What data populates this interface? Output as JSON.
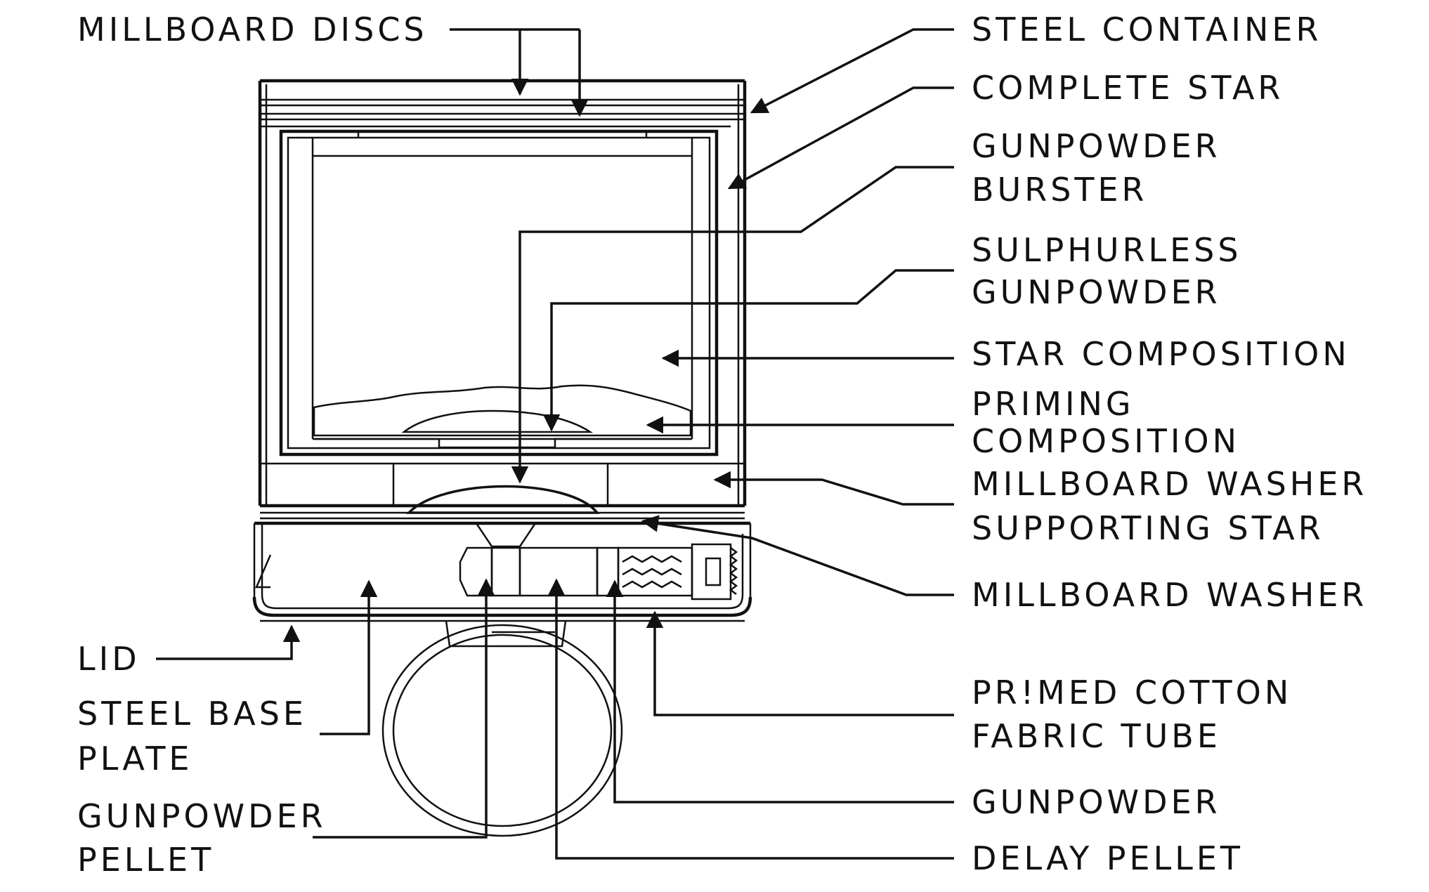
{
  "labels": {
    "millboard_discs": "MILLBOARD DISCS",
    "steel_container": "STEEL CONTAINER",
    "complete_star": "COMPLETE STAR",
    "gunpowder_burster_1": "GUNPOWDER",
    "gunpowder_burster_2": "BURSTER",
    "sulphurless_1": "SULPHURLESS",
    "sulphurless_2": "GUNPOWDER",
    "star_composition": "STAR COMPOSITION",
    "priming_1": "PRIMING",
    "priming_2": "COMPOSITION",
    "millboard_washer_upper": "MILLBOARD WASHER",
    "supporting_star": "SUPPORTING STAR",
    "millboard_washer_lower": "MILLBOARD WASHER",
    "lid": "LID",
    "steel_base_1": "STEEL BASE",
    "steel_base_2": "PLATE",
    "primed_cotton_1": "PR!MED COTTON",
    "primed_cotton_2": "FABRIC TUBE",
    "gunpowder_pellet_1": "GUNPOWDER",
    "gunpowder_pellet_2": "PELLET",
    "gunpowder": "GUNPOWDER",
    "delay_pellet": "DELAY PELLET"
  }
}
